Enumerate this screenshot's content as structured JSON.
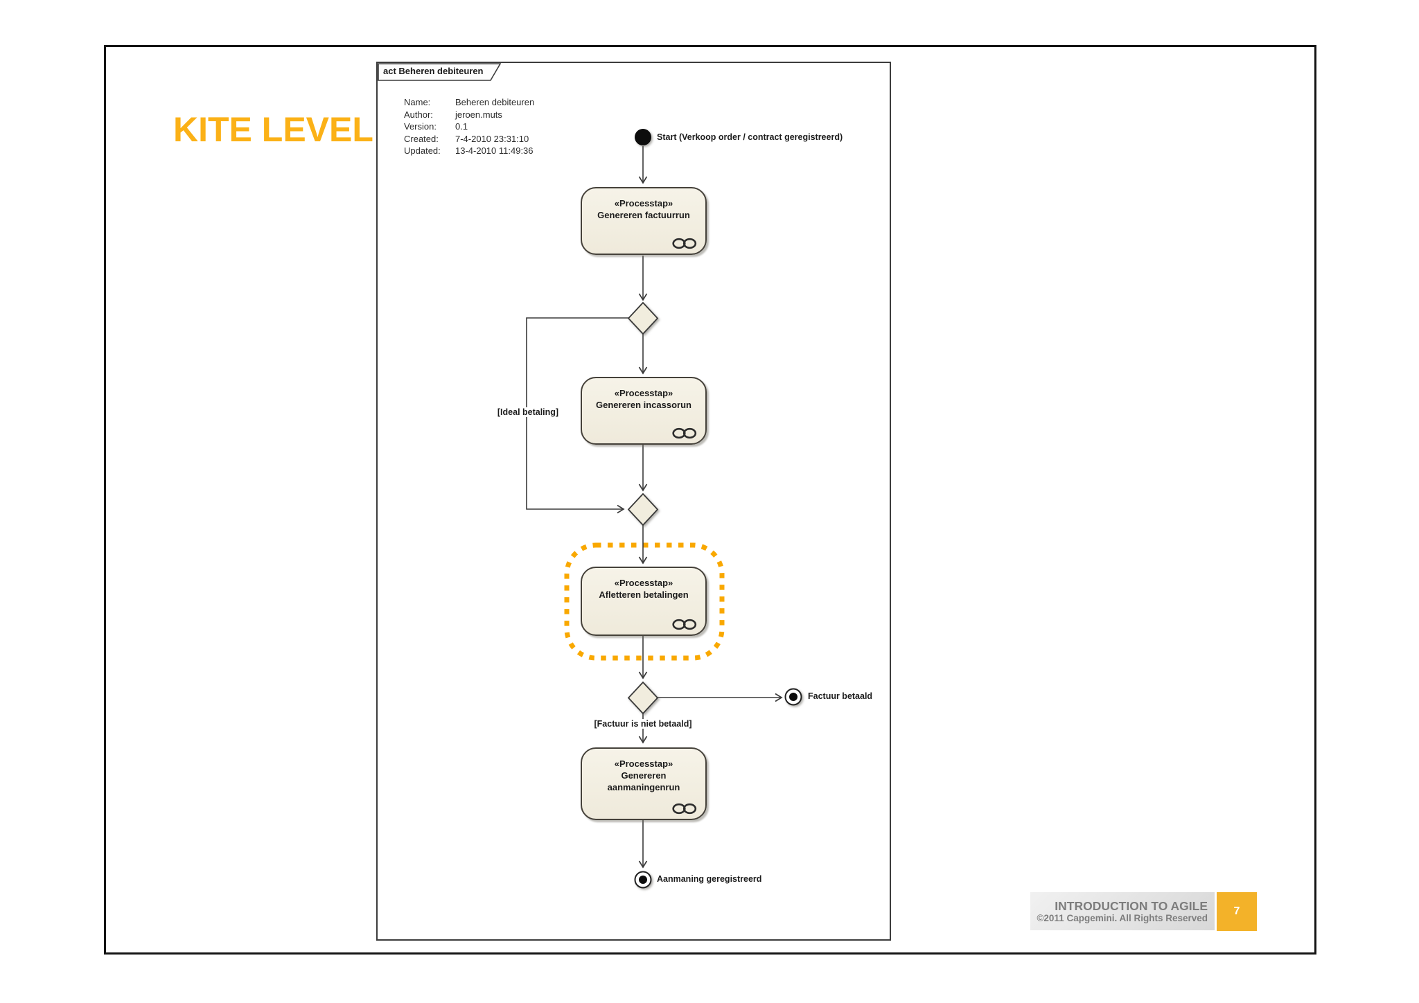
{
  "slide": {
    "title": "KITE LEVEL"
  },
  "footer": {
    "line1": "INTRODUCTION TO AGILE",
    "line2": "©2011 Capgemini. All Rights Reserved",
    "page_number": "7"
  },
  "diagram": {
    "frame_label": "act Beheren debiteuren",
    "metadata": {
      "rows": [
        {
          "label": "Name:",
          "value": "Beheren debiteuren"
        },
        {
          "label": "Author:",
          "value": "jeroen.muts"
        },
        {
          "label": "Version:",
          "value": "0.1"
        },
        {
          "label": "Created:",
          "value": "7-4-2010 23:31:10"
        },
        {
          "label": "Updated:",
          "value": "13-4-2010 11:49:36"
        }
      ]
    },
    "start_label": "Start (Verkoop order / contract geregistreerd)",
    "steps": [
      {
        "stereotype": "«Processtap»",
        "name": "Genereren factuurrun"
      },
      {
        "stereotype": "«Processtap»",
        "name": "Genereren incassorun"
      },
      {
        "stereotype": "«Processtap»",
        "name": "Afletteren betalingen"
      },
      {
        "stereotype": "«Processtap»",
        "name": "Genereren aanmaningenrun"
      }
    ],
    "guards": {
      "ideal_betaling": "[Ideal betaling]",
      "factuur_niet_betaald": "[Factuur is niet betaald]"
    },
    "end_nodes": [
      {
        "label": "Factuur betaald"
      },
      {
        "label": "Aanmaning geregistreerd"
      }
    ],
    "colors": {
      "title_yellow": "#FBB117",
      "page_number_yellow": "#F3B229",
      "highlight_orange": "#F9A800",
      "node_fill": "#F1EDDE",
      "node_border": "#45413A",
      "footer_gray_text": "#7D7D7D"
    }
  }
}
